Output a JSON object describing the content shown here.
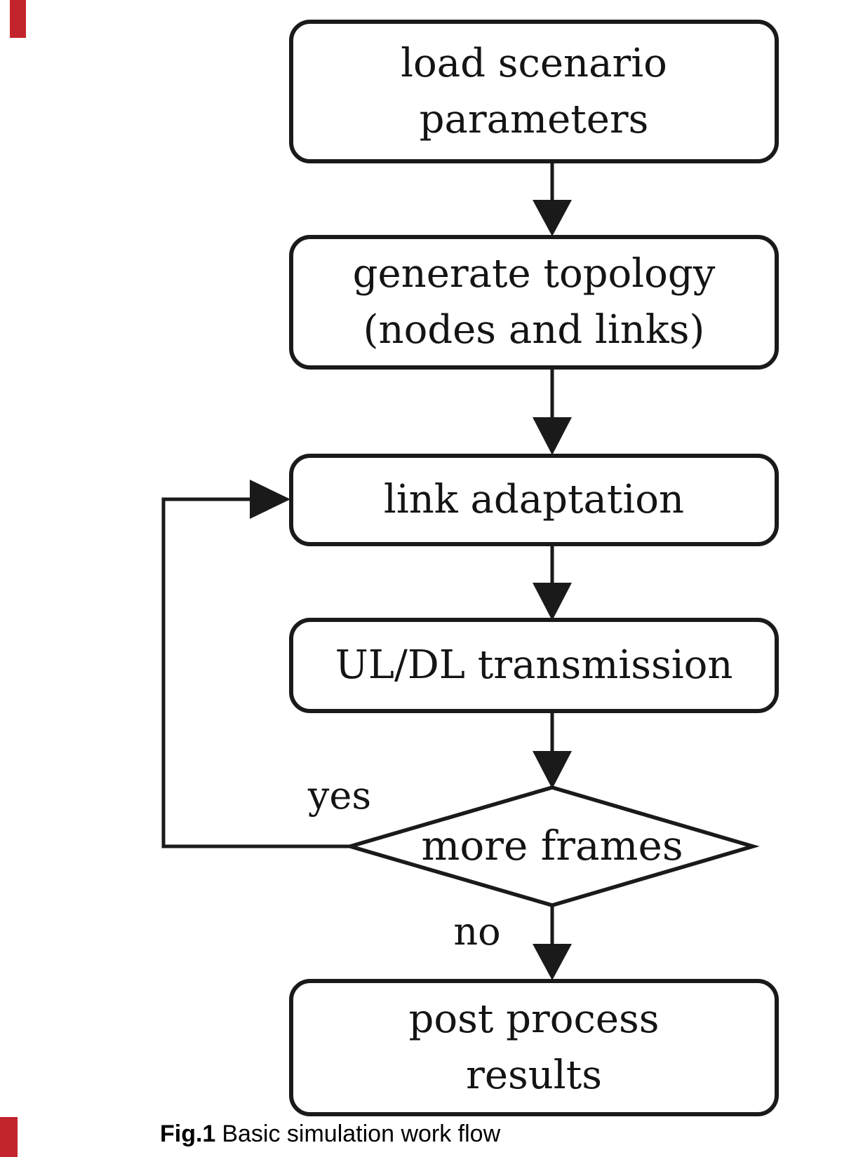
{
  "figure_caption": {
    "label": "Fig.1",
    "text": "Basic simulation work flow"
  },
  "flowchart": {
    "nodes": {
      "load": {
        "line1": "load scenario",
        "line2": "parameters",
        "shape": "rounded-rectangle"
      },
      "topology": {
        "line1": "generate topology",
        "line2": "(nodes and links)",
        "shape": "rounded-rectangle"
      },
      "adaptation": {
        "line1": "link adaptation",
        "shape": "rounded-rectangle"
      },
      "transmission": {
        "line1": "UL/DL transmission",
        "shape": "rounded-rectangle"
      },
      "decision": {
        "label": "more frames",
        "shape": "diamond"
      },
      "post": {
        "line1": "post process",
        "line2": "results",
        "shape": "rounded-rectangle"
      }
    },
    "branch_labels": {
      "yes": "yes",
      "no": "no"
    },
    "edges": [
      {
        "from": "load",
        "to": "topology"
      },
      {
        "from": "topology",
        "to": "adaptation"
      },
      {
        "from": "adaptation",
        "to": "transmission"
      },
      {
        "from": "transmission",
        "to": "decision"
      },
      {
        "from": "decision",
        "to": "adaptation",
        "label": "yes"
      },
      {
        "from": "decision",
        "to": "post",
        "label": "no"
      }
    ]
  },
  "colors": {
    "ink": "#1a1a1a",
    "paper": "#ffffff",
    "artifact_red": "#c4242b"
  }
}
